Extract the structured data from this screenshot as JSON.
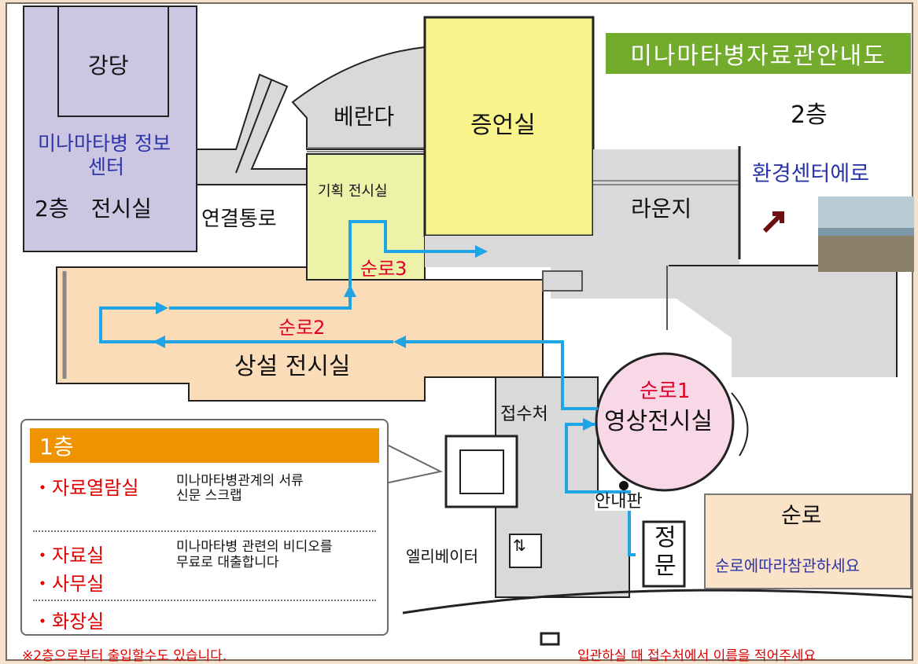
{
  "title": "미나마타병자료관안내도",
  "floor2_label": "2층",
  "to_env_center": "환경센터에로",
  "rooms": {
    "auditorium": "강당",
    "info_center_line1": "미나마타병 정보",
    "info_center_line2": "센터",
    "floor2_gallery": "2층　전시실",
    "corridor": "연결통로",
    "veranda": "베란다",
    "testimony": "증언실",
    "special_exhibit": "기획 전시실",
    "lounge": "라운지",
    "permanent": "상설 전시실",
    "reception": "접수처",
    "video_room": "영상전시실",
    "info_board": "안내판",
    "main_gate_1": "정",
    "main_gate_2": "문",
    "elevator": "엘리베이터"
  },
  "routes": {
    "route1": "순로1",
    "route2": "순로2",
    "route3": "순로3"
  },
  "legend": {
    "floor1": "1층",
    "item1": "・자료열람실",
    "item1_desc_1": "미나마타병관계의 서류",
    "item1_desc_2": "신문 스크랩",
    "item2": "・자료실",
    "item2_desc_1": "미나마타병 관련의 비디오를",
    "item2_desc_2": "무료로 대출합니다",
    "item3": "・사무실",
    "item4": "・화장실"
  },
  "route_legend": {
    "title": "순로",
    "desc": "순로에따라참관하세요"
  },
  "notes": {
    "left": "※2층으로부터 출입할수도 있습니다.",
    "right": "입관하실 때 접수처에서 이름을 적어주세요"
  },
  "colors": {
    "floor2_rooms": "#cdc6e2",
    "testimony": "#f8f38a",
    "special_exhibit": "#ecf2a8",
    "permanent": "#fbdcb8",
    "video_room": "#f8d8e6",
    "hall": "#d9d9d9",
    "route_line": "#1fa5e6",
    "title_bg": "#73ab2c",
    "legend_bar": "#ef9400"
  }
}
